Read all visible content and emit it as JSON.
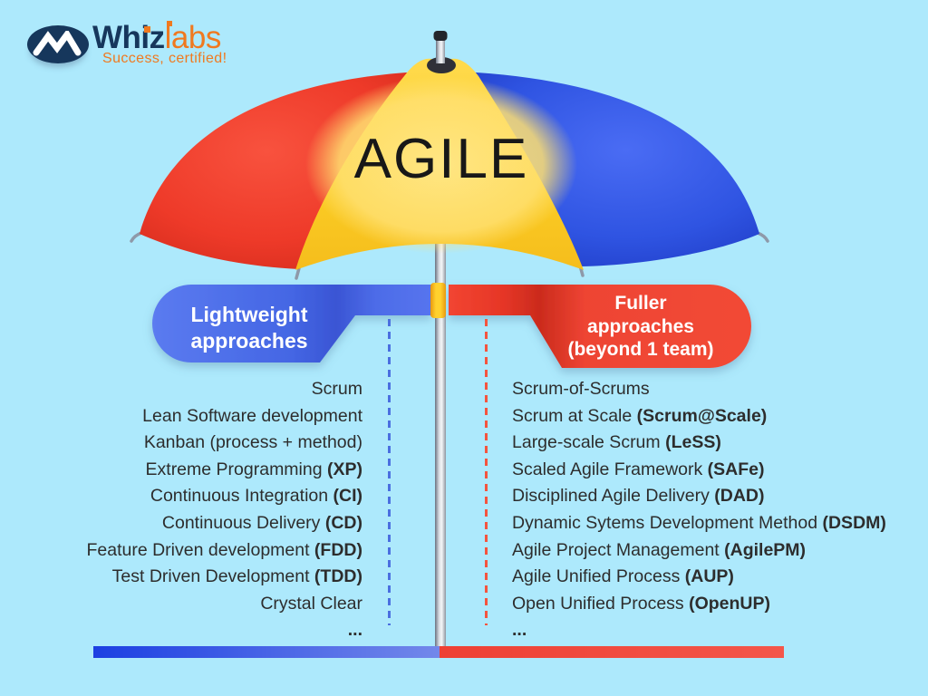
{
  "logo": {
    "brand_dark": "Whiz",
    "brand_accent": "labs",
    "tagline": "Success, certified!"
  },
  "umbrella": {
    "title": "AGILE"
  },
  "banners": {
    "left": {
      "lines": [
        "Lightweight",
        "approaches"
      ]
    },
    "right": {
      "lines": [
        "Fuller",
        "approaches",
        "(beyond 1 team)"
      ]
    }
  },
  "lists": {
    "left": {
      "items": [
        {
          "text": "Scrum"
        },
        {
          "text": "Lean Software development"
        },
        {
          "text": "Kanban (process + method)"
        },
        {
          "text": "Extreme Programming",
          "bold": "(XP)"
        },
        {
          "text": "Continuous Integration",
          "bold": "(CI)"
        },
        {
          "text": "Continuous Delivery",
          "bold": "(CD)"
        },
        {
          "text": "Feature Driven development",
          "bold": "(FDD)"
        },
        {
          "text": "Test Driven Development",
          "bold": "(TDD)"
        },
        {
          "text": "Crystal Clear"
        },
        {
          "text": "",
          "bold": "..."
        }
      ]
    },
    "right": {
      "items": [
        {
          "text": "Scrum-of-Scrums"
        },
        {
          "text": "Scrum at Scale",
          "bold": "(Scrum@Scale)"
        },
        {
          "text": "Large-scale Scrum",
          "bold": "(LeSS)"
        },
        {
          "text": "Scaled Agile Framework",
          "bold": "(SAFe)"
        },
        {
          "text": "Disciplined Agile Delivery",
          "bold": "(DAD)"
        },
        {
          "text": "Dynamic Sytems Development Method",
          "bold": "(DSDM)"
        },
        {
          "text": "Agile Project Management",
          "bold": "(AgilePM)"
        },
        {
          "text": "Agile Unified Process",
          "bold": "(AUP)"
        },
        {
          "text": "Open Unified Process",
          "bold": "(OpenUP)"
        },
        {
          "text": "",
          "bold": "..."
        }
      ]
    }
  },
  "colors": {
    "background": "#ade9fc",
    "panel_red": "#ee3a2a",
    "panel_yellow": "#fccf26",
    "panel_blue": "#2f54e2",
    "banner_blue": "#4a6ce8",
    "banner_red": "#f0402e",
    "collar_yellow": "#ffd12e",
    "bar_blue": "#2347e8",
    "bar_red": "#f2463a",
    "list_text": "#2d2d2d",
    "brand_navy": "#16375c",
    "brand_orange": "#f0791f"
  }
}
